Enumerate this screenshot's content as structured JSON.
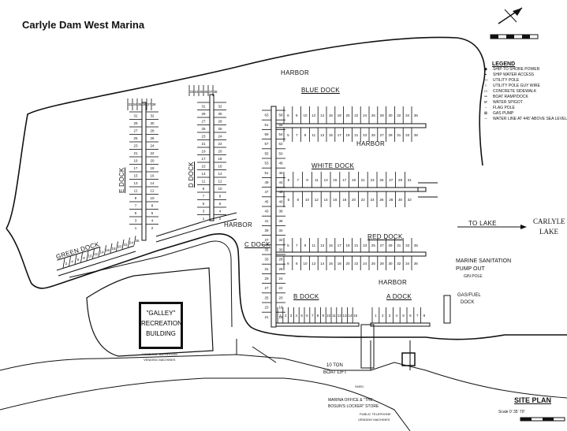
{
  "title": "Carlyle Dam West Marina",
  "labels": {
    "harbor_top": "HARBOR",
    "harbor_mid": "HARBOR",
    "harbor_low": "HARBOR",
    "blue_dock": "BLUE DOCK",
    "white_dock": "WHITE DOCK",
    "red_dock": "RED DOCK",
    "b_dock": "B DOCK",
    "a_dock": "A DOCK",
    "c_dock": "C DOCK",
    "d_dock": "D DOCK",
    "e_dock": "E DOCK",
    "green_dock": "GREEN DOCK",
    "to_lake": "TO LAKE",
    "carlyle": "CARLYLE",
    "lake": "LAKE",
    "marine_sanitation": "MARINE SANITATION",
    "pump_out": "PUMP OUT",
    "gin_pole": "GIN POLE",
    "gas_fuel": "GAS/FUEL",
    "dock": "DOCK",
    "boat_lift_1": "10 TON",
    "boat_lift_2": "BOAT LIFT",
    "shed": "SHED",
    "office_1": "MARINA OFFICE & \"THE",
    "office_2": "BOSUN'S LOCKER\" STORE",
    "phone_1": "PUBLIC TELEPHONE",
    "phone_2": "VENDING MACHINES",
    "handicap_1": "HANDICAP BATHROOM",
    "handicap_2": "VENDING MACHINES",
    "building_1": "\"GALLEY\"",
    "building_2": "RECREATION",
    "building_3": "BUILDING",
    "site_plan": "SITE PLAN",
    "scale": "Scale   0'    35'    70'"
  },
  "legend": {
    "heading": "LEGEND",
    "items": [
      {
        "sym": "◆",
        "text": "SHIP TO SHORE POWER"
      },
      {
        "sym": "▪",
        "text": "SHIP WATER ACCESS"
      },
      {
        "sym": "-○-",
        "text": "UTILITY POLE"
      },
      {
        "sym": "○",
        "text": "UTILITY POLE GUY WIRE"
      },
      {
        "sym": "▭",
        "text": "CONCRETE SIDEWALK"
      },
      {
        "sym": "═",
        "text": "BOAT RAMP/DOCK"
      },
      {
        "sym": "vr",
        "text": "WATER SPIGOT"
      },
      {
        "sym": "▫",
        "text": "FLAG POLE"
      },
      {
        "sym": "⊠",
        "text": "GAS PUMP"
      },
      {
        "sym": "--",
        "text": "WATER LINE AT 445' ABOVE SEA LEVEL"
      }
    ]
  },
  "docks": {
    "blue_top": [
      "6",
      "8",
      "10",
      "12",
      "14",
      "16",
      "18",
      "20",
      "22",
      "24",
      "26",
      "28",
      "30",
      "32",
      "34",
      "36"
    ],
    "blue_bottom": [
      "5",
      "7",
      "9",
      "11",
      "13",
      "15",
      "17",
      "19",
      "21",
      "23",
      "25",
      "27",
      "29",
      "31",
      "33",
      "35"
    ],
    "white_top": [
      "5",
      "7",
      "9",
      "11",
      "13",
      "15",
      "17",
      "19",
      "21",
      "23",
      "25",
      "27",
      "29",
      "31"
    ],
    "white_bottom": [
      "6",
      "8",
      "10",
      "12",
      "14",
      "16",
      "18",
      "20",
      "22",
      "24",
      "26",
      "28",
      "30",
      "32"
    ],
    "red_top": [
      "5",
      "7",
      "9",
      "11",
      "13",
      "15",
      "17",
      "19",
      "21",
      "23",
      "25",
      "27",
      "29",
      "31",
      "33",
      "35"
    ],
    "red_bottom": [
      "6",
      "8",
      "10",
      "12",
      "14",
      "16",
      "18",
      "20",
      "22",
      "24",
      "26",
      "28",
      "30",
      "32",
      "34",
      "36"
    ],
    "c_right": [
      "58",
      "56",
      "54",
      "52",
      "50",
      "48",
      "46",
      "44",
      "42",
      "40",
      "38",
      "36",
      "34",
      "32",
      "30",
      "28",
      "26",
      "24",
      "22",
      "20",
      "18",
      "16"
    ],
    "c_left": [
      "63",
      "61",
      "59",
      "57",
      "55",
      "53",
      "51",
      "49",
      "47",
      "45",
      "43",
      "41",
      "39",
      "37",
      "35",
      "33",
      "31",
      "29",
      "27",
      "25",
      "23",
      "21"
    ],
    "d_left": [
      "31",
      "29",
      "27",
      "25",
      "23",
      "21",
      "19",
      "17",
      "15",
      "13",
      "11",
      "9",
      "7",
      "5",
      "3",
      "1"
    ],
    "d_right": [
      "32",
      "30",
      "28",
      "26",
      "24",
      "22",
      "20",
      "18",
      "16",
      "14",
      "12",
      "10",
      "8",
      "6",
      "4",
      "2"
    ],
    "e_left": [
      "31",
      "29",
      "27",
      "25",
      "23",
      "21",
      "19",
      "17",
      "15",
      "13",
      "11",
      "9",
      "7",
      "5",
      "3",
      "1"
    ],
    "e_right": [
      "32",
      "30",
      "28",
      "26",
      "24",
      "22",
      "20",
      "18",
      "16",
      "14",
      "12",
      "10",
      "8",
      "6",
      "4",
      "2"
    ],
    "d_head": [
      "33",
      "34",
      "35",
      "36",
      "37",
      "38"
    ],
    "e_head": [
      "32",
      "34",
      "35",
      "36",
      "37",
      "38"
    ],
    "green": [
      "2",
      "4",
      "6",
      "8",
      "10",
      "12",
      "14",
      "16",
      "18",
      "20",
      "22",
      "24",
      "26"
    ],
    "b_dock": [
      "1",
      "2",
      "3",
      "4",
      "5",
      "6",
      "7",
      "8",
      "9",
      "10",
      "11",
      "12",
      "13",
      "14",
      "15"
    ],
    "a_dock": [
      "1",
      "2",
      "3",
      "4",
      "5",
      "6",
      "7",
      "8"
    ]
  }
}
